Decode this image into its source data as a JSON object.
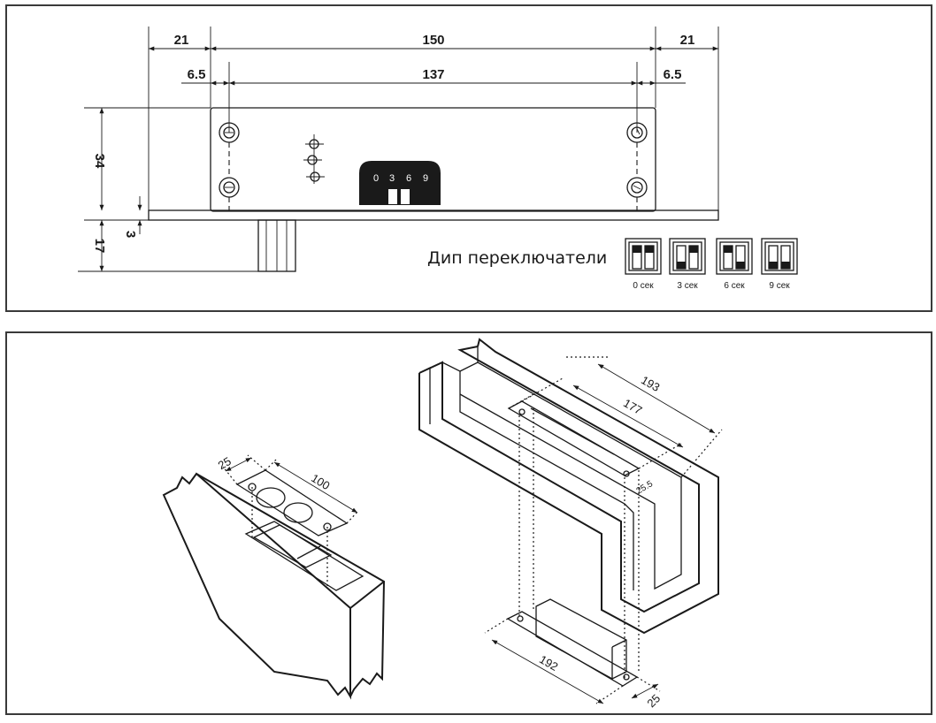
{
  "top_view": {
    "dim_left_margin": "21",
    "dim_total_width": "150",
    "dim_right_margin": "21",
    "dim_left_inset": "6.5",
    "dim_hole_span": "137",
    "dim_right_inset": "6.5",
    "dim_height": "34",
    "dim_plate": "3",
    "dim_lower": "17",
    "dip_window_numbers": [
      "0",
      "3",
      "6",
      "9"
    ],
    "dip_caption": "Дип переключатели",
    "dip_settings": [
      {
        "label": "0 сек",
        "states": [
          "up",
          "up"
        ]
      },
      {
        "label": "3 сек",
        "states": [
          "down",
          "up"
        ]
      },
      {
        "label": "6 сек",
        "states": [
          "up",
          "down"
        ]
      },
      {
        "label": "9 сек",
        "states": [
          "down",
          "down"
        ]
      }
    ]
  },
  "door_view": {
    "dim_width": "25",
    "dim_length": "100"
  },
  "frame_view": {
    "dim_outer": "193",
    "dim_inner": "177",
    "dim_inset": "25.5",
    "dim_bracket_length": "192",
    "dim_bracket_width": "25"
  }
}
